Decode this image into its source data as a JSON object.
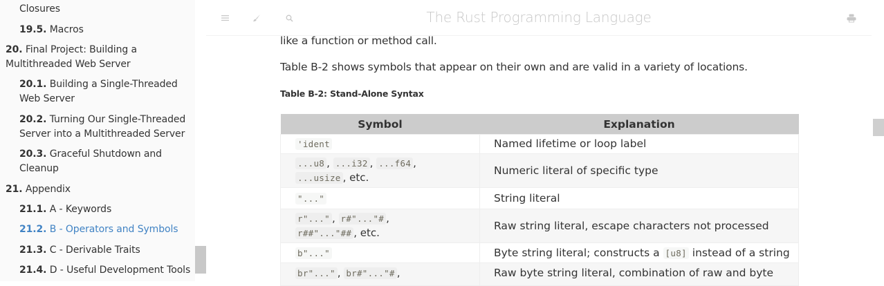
{
  "sidebar": {
    "items": [
      {
        "number": "",
        "label": "Closures",
        "level": 2,
        "active": false
      },
      {
        "number": "19.5.",
        "label": "Macros",
        "level": 2,
        "active": false
      },
      {
        "number": "20.",
        "label": "Final Project: Building a Multithreaded Web Server",
        "level": 1,
        "active": false
      },
      {
        "number": "20.1.",
        "label": "Building a Single-Threaded Web Server",
        "level": 2,
        "active": false
      },
      {
        "number": "20.2.",
        "label": "Turning Our Single-Threaded Server into a Multithreaded Server",
        "level": 2,
        "active": false
      },
      {
        "number": "20.3.",
        "label": "Graceful Shutdown and Cleanup",
        "level": 2,
        "active": false
      },
      {
        "number": "21.",
        "label": "Appendix",
        "level": 1,
        "active": false
      },
      {
        "number": "21.1.",
        "label": "A - Keywords",
        "level": 2,
        "active": false
      },
      {
        "number": "21.2.",
        "label": "B - Operators and Symbols",
        "level": 2,
        "active": true
      },
      {
        "number": "21.3.",
        "label": "C - Derivable Traits",
        "level": 2,
        "active": false
      },
      {
        "number": "21.4.",
        "label": "D - Useful Development Tools",
        "level": 2,
        "active": false
      }
    ]
  },
  "menu_bar": {
    "title": "The Rust Programming Language",
    "icons": [
      "menu-icon",
      "paintbrush-icon",
      "search-icon",
      "print-icon"
    ]
  },
  "content": {
    "partial_line": "like a function or method call.",
    "intro": "Table B-2 shows symbols that appear on their own and are valid in a variety of locations.",
    "caption": "Table B-2: Stand-Alone Syntax",
    "table": {
      "headers": [
        "Symbol",
        "Explanation"
      ],
      "rows": [
        {
          "symbols": [
            "'ident"
          ],
          "tail": "",
          "explanation": "Named lifetime or loop label"
        },
        {
          "symbols": [
            "...u8",
            "...i32",
            "...f64",
            "...usize"
          ],
          "tail": ", etc.",
          "explanation": "Numeric literal of specific type"
        },
        {
          "symbols": [
            "\"...\""
          ],
          "tail": "",
          "explanation": "String literal"
        },
        {
          "symbols": [
            "r\"...\"",
            "r#\"...\"#",
            "r##\"...\"##"
          ],
          "tail": ", etc.",
          "explanation": "Raw string literal, escape characters not processed"
        },
        {
          "symbols": [
            "b\"...\""
          ],
          "tail": "",
          "explanation_before": "Byte string literal; constructs a",
          "explanation_code": "[u8]",
          "explanation_after": "instead of a string"
        },
        {
          "symbols": [
            "br\"...\"",
            "br#\"...\"#"
          ],
          "tail": ",",
          "explanation": "Raw byte string literal, combination of raw and byte"
        }
      ]
    }
  },
  "colors": {
    "active_link": "#4183c4",
    "sidebar_bg": "#fafafa",
    "table_header_bg": "#cccccc",
    "title_color": "#c8c8c8"
  }
}
